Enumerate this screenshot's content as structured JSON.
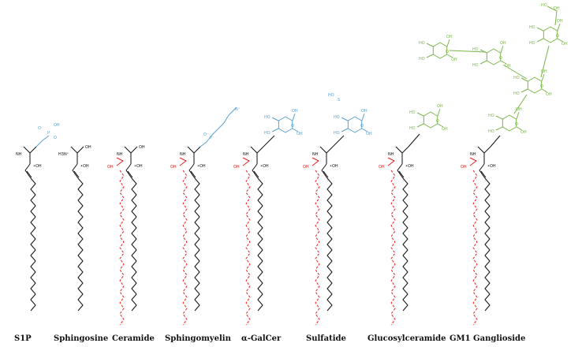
{
  "colors": {
    "sphingoid": "#111111",
    "fatty_acid": "#e8201f",
    "polar_blue": "#5aa0d0",
    "glycan_green": "#7ab648"
  },
  "labels": {
    "oh": "OH",
    "oh_left": "•OH",
    "nh": "NH",
    "h3n": "H3N⁺",
    "o": "O",
    "ho": "HO",
    "o_minus": "O⁻",
    "s": "S",
    "p": "P",
    "n_plus": "N⁺",
    "o_double": "O"
  },
  "molecules": [
    {
      "name": "S1P"
    },
    {
      "name": "Sphingosine"
    },
    {
      "name": "Ceramide"
    },
    {
      "name": "Sphingomyelin"
    },
    {
      "name": "α-GalCer"
    },
    {
      "name": "Sulfatide"
    },
    {
      "name": "Glucosylceramide"
    },
    {
      "name": "GM1 Ganglioside"
    }
  ]
}
